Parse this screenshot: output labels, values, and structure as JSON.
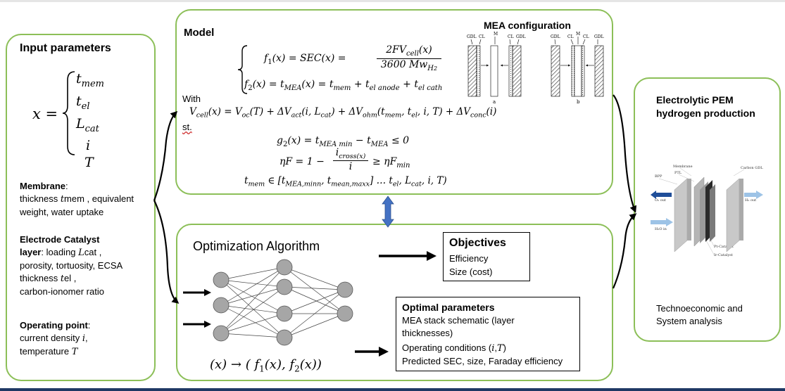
{
  "input_panel": {
    "title": "Input parameters",
    "x_lhs": "x =",
    "vector": [
      "t",
      "t",
      "L",
      "i",
      "T"
    ],
    "vector_subs": [
      "mem",
      "el",
      "cat",
      "",
      ""
    ],
    "membrane_title": "Membrane",
    "membrane_text_1": "thickness ",
    "membrane_var": "t",
    "membrane_var_rest": "mem",
    "membrane_text_2": " , equivalent",
    "membrane_text_3": "weight, water uptake",
    "catalyst_title_1": "Electrode Catalyst",
    "catalyst_title_2": "layer",
    "catalyst_line_1": ": loading ",
    "catalyst_var_L": "L",
    "catalyst_var_L_rest": "cat",
    "catalyst_line_1_end": " ,",
    "catalyst_line_2": "porosity, tortuosity, ECSA",
    "catalyst_line_3": " thickness ",
    "catalyst_var_t": "t",
    "catalyst_var_t_rest": "el",
    "catalyst_line_3_end": " ,",
    "catalyst_line_4": "carbon-ionomer ratio",
    "operating_title": "Operating point",
    "operating_line_1": "current density ",
    "operating_var_i": "i",
    "operating_line_1_end": ",",
    "operating_line_2": "temperature ",
    "operating_var_T": "T"
  },
  "model_panel": {
    "title": "Model",
    "f1_lhs": "f",
    "f1_mid": "(x) = SEC(x) =",
    "f1_num": "2FV",
    "f1_num_sub": "cell",
    "f1_num_end": "(x)",
    "f1_den": "3600 Mw",
    "f1_den_sub": "H",
    "f1_den_subsub": "2",
    "f2_text": "(x) = t",
    "f2_sub1": "MEA",
    "f2_text2": "(x) = t",
    "f2_sub2": "mem",
    "f2_text3": " + t",
    "f2_sub3": "el anode",
    "f2_text4": " + t",
    "f2_sub4": "el cath",
    "with_label": "With",
    "vcell": "V",
    "vcell_sub": "cell",
    "vcell_rest": "(x) = V",
    "voc_sub": "oc",
    "vcell_rest2": "(T) + ΔV",
    "vact_sub": "act",
    "vcell_rest3": "(i, L",
    "lcat_sub": "cat",
    "vcell_rest4": ") + ΔV",
    "vohm_sub": "ohm",
    "vcell_rest5": "(t",
    "tmem_sub": "mem",
    "vcell_rest6": ", t",
    "tel_sub": "el",
    "vcell_rest7": ", i, T) + ΔV",
    "vconc_sub": "conc",
    "vcell_rest8": "(i)",
    "st_label": "st.",
    "g2_a": "g",
    "g2_b": "(x) = t",
    "g2_sub1": "MEA min",
    "g2_c": " − t",
    "g2_sub2": "MEA",
    "g2_d": " ≤ 0",
    "eta_lhs": "ηF = 1 −",
    "eta_num": "i",
    "eta_num_sub": "cross(x)",
    "eta_den": "i",
    "eta_rhs": "≥ ηF",
    "eta_rhs_sub": "min",
    "tmem_a": "t",
    "tmem_sub_a": "mem",
    "tmem_b": " ∈ [t",
    "tmem_sub_b": "MEA,minn",
    "tmem_c": ", t",
    "tmem_sub_c": "mean,maxx",
    "tmem_d": "] … t",
    "tmem_sub_d": "el",
    "tmem_e": ", L",
    "tmem_sub_e": "cat",
    "tmem_f": ", i, T)",
    "mea_title": "MEA configuration",
    "mea_labels_a": [
      "GDL",
      "CL",
      "M",
      "CL",
      "GDL"
    ],
    "mea_labels_b": [
      "GDL",
      "CL",
      "M",
      "CL",
      "GDL"
    ],
    "mea_caption_a": "a",
    "mea_caption_b": "b"
  },
  "optimization_panel": {
    "title": "Optimization Algorithm",
    "formula_a": "(x) → ( f",
    "formula_sub1": "1",
    "formula_b": "(x), f",
    "formula_sub2": "2",
    "formula_c": "(x))"
  },
  "objectives_box": {
    "title": "Objectives",
    "items": [
      "Efficiency",
      "Size (cost)"
    ]
  },
  "optimal_box": {
    "title": "Optimal parameters",
    "line_1": "MEA stack schematic (layer",
    "line_2": "thicknesses)",
    "line_3_a": "Operating conditions (",
    "line_3_i": "i",
    "line_3_b": ",",
    "line_3_T": "T",
    "line_3_c": ")",
    "line_4": "Predicted SEC, size, Faraday efficiency"
  },
  "output_panel": {
    "title_1": "Electrolytic PEM",
    "title_2": "hydrogen production",
    "stack_labels": {
      "membrane": "Membrane",
      "ptl": "PTL",
      "carbon_gdl": "Carbon GDL",
      "bpp": "BPP",
      "o2_out": "O₂ out",
      "h2_out": "H₂ out",
      "h2o_in": "H₂O in",
      "pt_catalyst": "Pt-Catalyst",
      "ir_catalyst": "Ir-Catalyst"
    },
    "footer_1": "Technoeconomic and",
    "footer_2": "System analysis"
  },
  "colors": {
    "panel_border": "#8cbf58",
    "double_arrow": "#4472c4",
    "arrow_blue": "#1f4e99",
    "arrow_light": "#9dc3e6",
    "bottom_bar": "#1f3864"
  }
}
